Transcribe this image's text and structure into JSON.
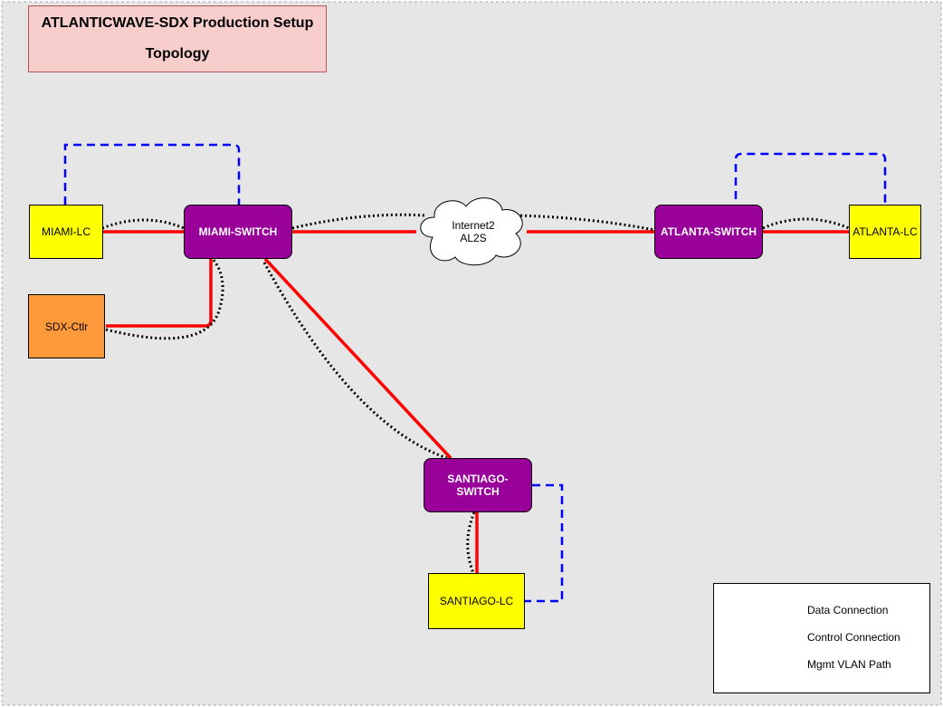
{
  "title": {
    "line1": "ATLANTICWAVE-SDX Production Setup",
    "line2": "Topology"
  },
  "colors": {
    "data": "#ff0000",
    "control": "#0000ff",
    "mgmt": "#000000",
    "switch": "#990099",
    "lc": "#ffff00",
    "controller": "#ff9a3c",
    "background": "#e6e6e6",
    "title_fill": "#f8cecc"
  },
  "nodes": {
    "miami_lc": "MIAMI-LC",
    "miami_switch": "MIAMI-SWITCH",
    "sdx_ctlr": "SDX-Ctlr",
    "atlanta_switch": "ATLANTA-SWITCH",
    "atlanta_lc": "ATLANTA-LC",
    "santiago_switch_line1": "SANTIAGO-",
    "santiago_switch_line2": "SWITCH",
    "santiago_lc": "SANTIAGO-LC",
    "cloud_line1": "Internet2",
    "cloud_line2": "AL2S"
  },
  "legend": {
    "data": "Data Connection",
    "control": "Control Connection",
    "mgmt": "Mgmt VLAN Path"
  }
}
